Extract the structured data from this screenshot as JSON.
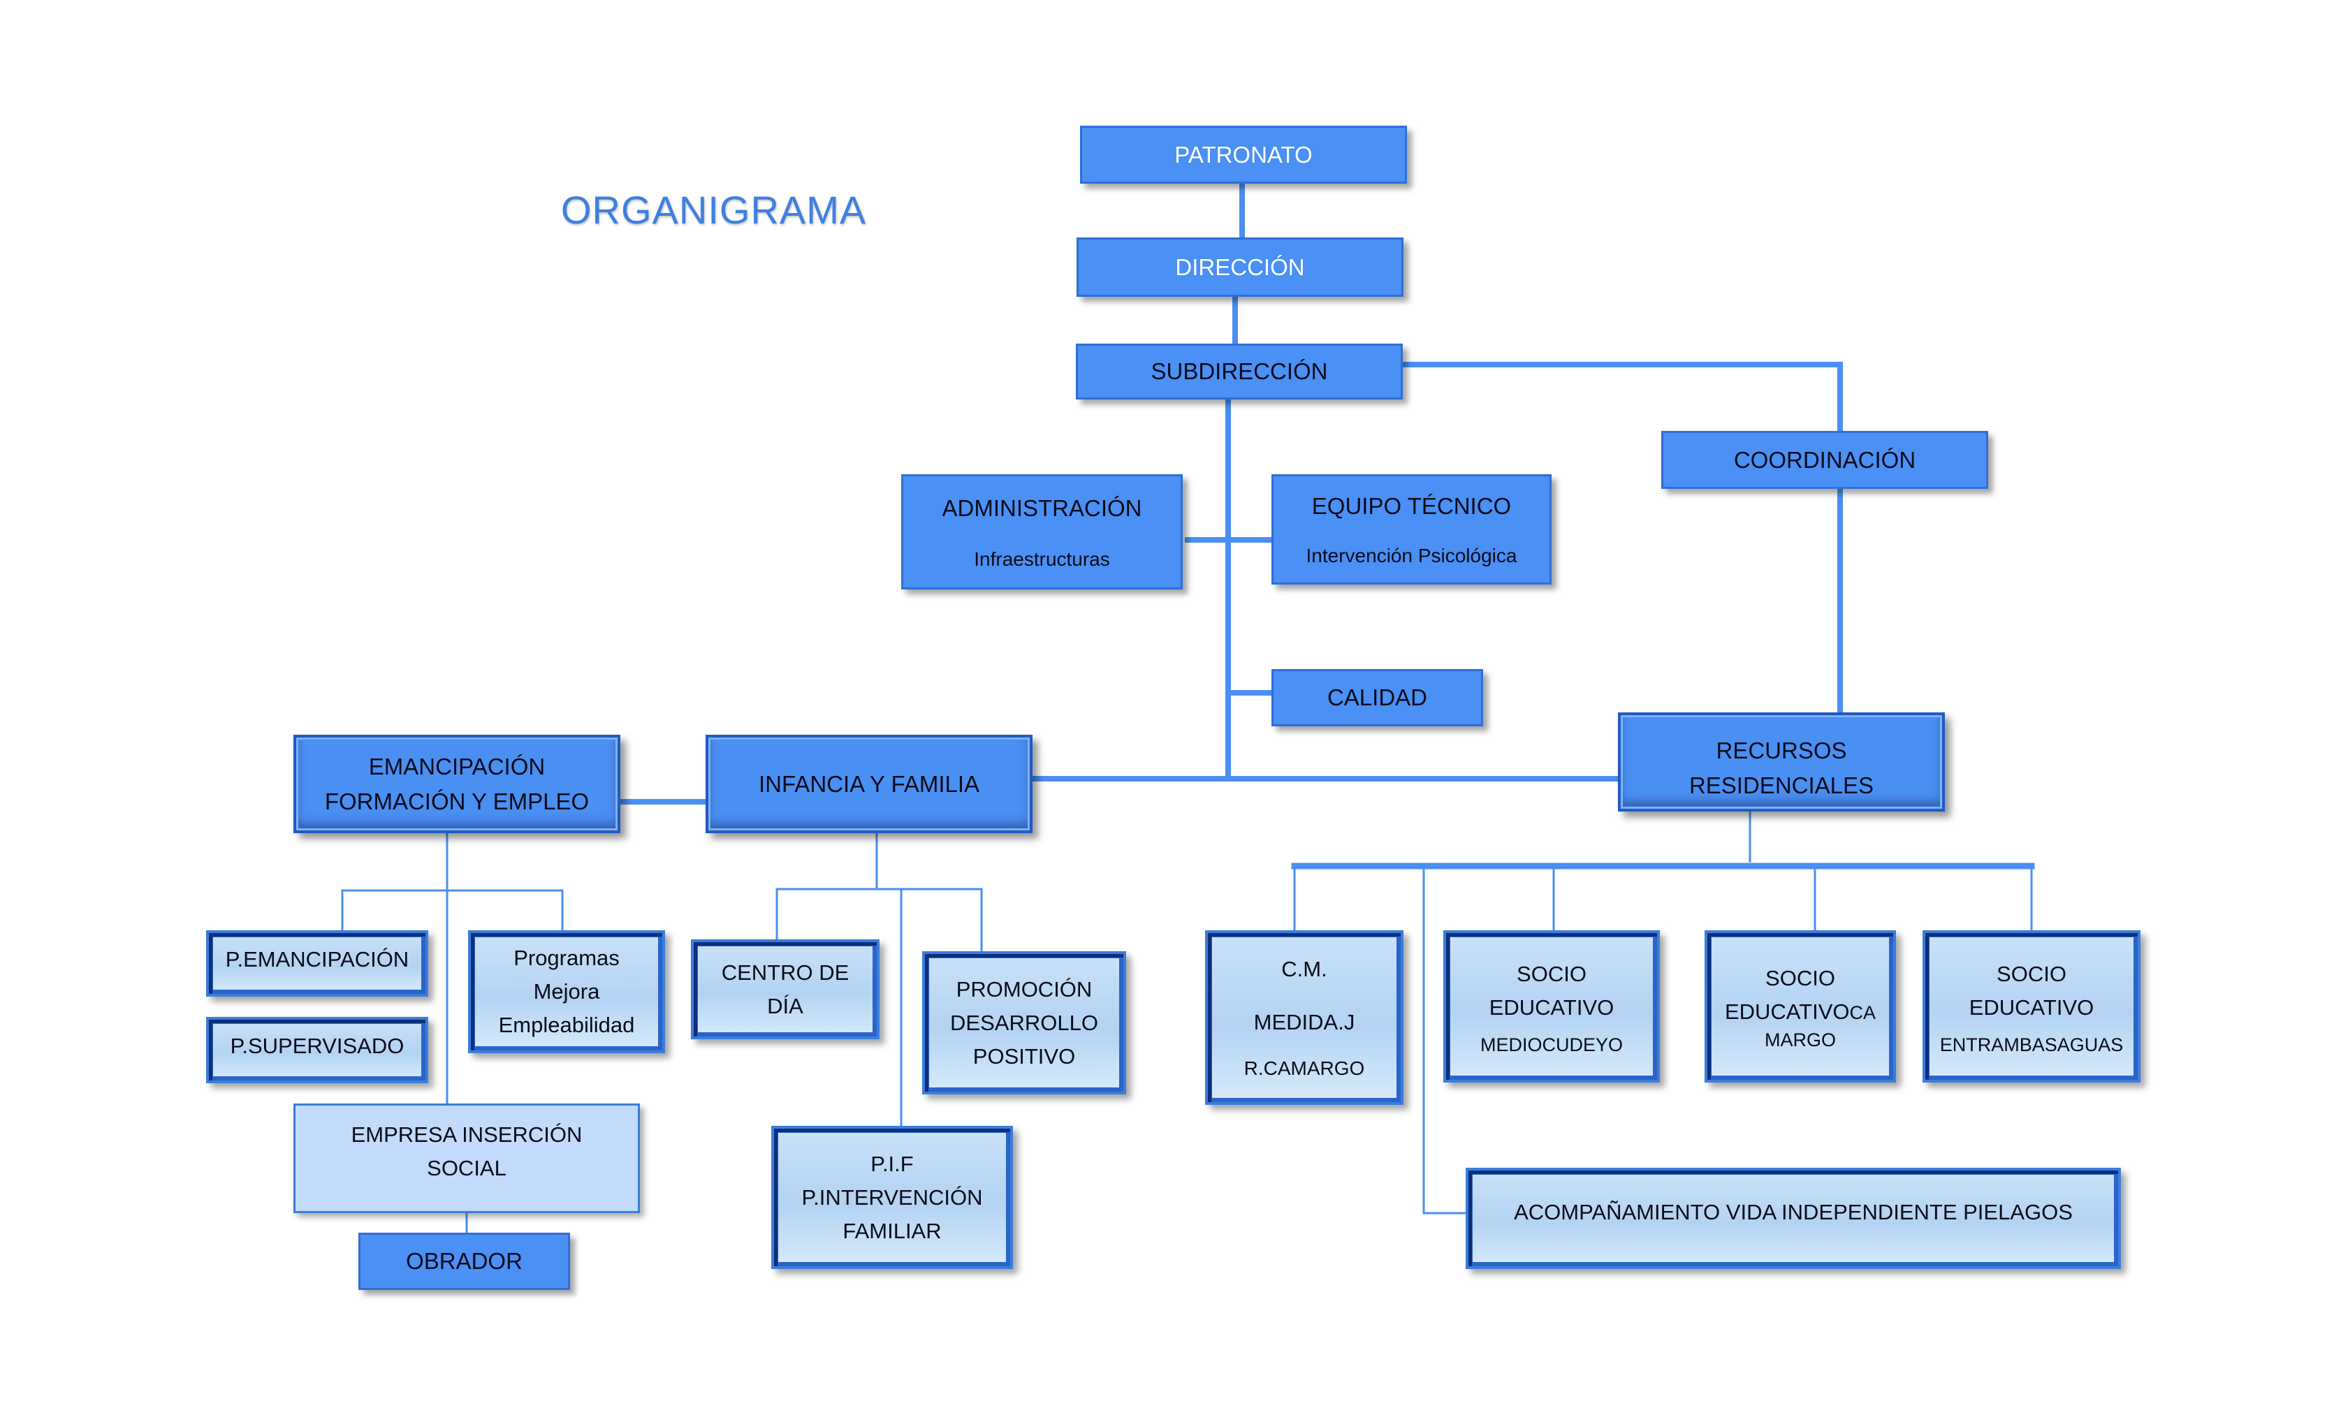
{
  "title": "ORGANIGRAMA",
  "nodes": {
    "patronato": "PATRONATO",
    "direccion": "DIRECCIÓN",
    "subdireccion": "SUBDIRECCIÓN",
    "coordinacion": "COORDINACIÓN",
    "administracion": {
      "title": "ADMINISTRACIÓN",
      "subtitle": "Infraestructuras"
    },
    "equipo_tecnico": {
      "title": "EQUIPO TÉCNICO",
      "subtitle": "Intervención Psicológica"
    },
    "calidad": "CALIDAD",
    "recursos_residenciales": "RECURSOS RESIDENCIALES",
    "emancipacion": {
      "line1": "EMANCIPACIÓN",
      "line2": "FORMACIÓN  Y EMPLEO"
    },
    "infancia_familia": "INFANCIA Y FAMILIA",
    "p_emancipacion": "P.EMANCIPACIÓN",
    "p_supervisado": "P.SUPERVISADO",
    "programas_mejora": {
      "line1": "Programas",
      "line2": "Mejora",
      "line3": "Empleabilidad"
    },
    "empresa_insercion": {
      "line1": "EMPRESA INSERCIÓN",
      "line2": "SOCIAL"
    },
    "obrador": "OBRADOR",
    "centro_dia": {
      "line1": "CENTRO DE",
      "line2": "DÍA"
    },
    "promocion": {
      "line1": "PROMOCIÓN",
      "line2": "DESARROLLO",
      "line3": "POSITIVO"
    },
    "pif": {
      "line1": "P.I.F",
      "line2": "P.INTERVENCIÓN",
      "line3": "FAMILIAR"
    },
    "cm_medida": {
      "line1": "C.M.",
      "line2": "MEDIDA.J",
      "line3": "R.CAMARGO"
    },
    "socio_mediocudeyo": {
      "line1": "SOCIO",
      "line2": "EDUCATIVO",
      "line3": "MEDIOCUDEYO"
    },
    "socio_camargo": {
      "line1": "SOCIO",
      "line2a": "EDUCATIVO",
      "line2b": "CA",
      "line3": "MARGO"
    },
    "socio_entrambasaguas": {
      "line1": "SOCIO",
      "line2": "EDUCATIVO",
      "line3": "ENTRAMBASAGUAS"
    },
    "acompanamiento": "ACOMPAÑAMIENTO VIDA INDEPENDIENTE PIELAGOS"
  },
  "colors": {
    "primary": "#4a90f5",
    "connector": "#4a8ff2",
    "title": "#3f7fe0",
    "light_box": "#c3dbfb"
  }
}
